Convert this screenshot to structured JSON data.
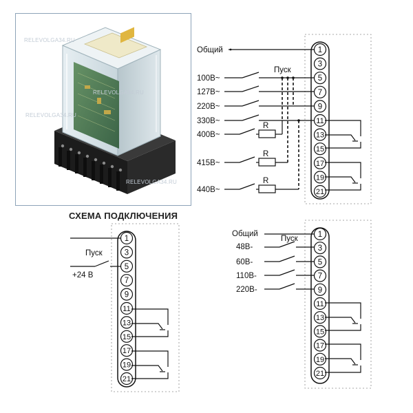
{
  "photo": {
    "watermark": "RELEVOLGA34.RU"
  },
  "scheme_title": "СХЕМА ПОДКЛЮЧЕНИЯ",
  "diagrams": {
    "ac": {
      "pins": [
        "1",
        "3",
        "5",
        "7",
        "9",
        "11",
        "13",
        "15",
        "17",
        "19",
        "21"
      ],
      "common_label": "Общий",
      "start_label": "Пуск",
      "inputs": [
        "100В~",
        "127В~",
        "220В~",
        "330В~",
        "400В~",
        "415В~",
        "440В~"
      ],
      "resistor_label": "R"
    },
    "dc24": {
      "pins": [
        "1",
        "3",
        "5",
        "7",
        "9",
        "11",
        "13",
        "15",
        "17",
        "19",
        "21"
      ],
      "start_label": "Пуск",
      "voltage_label": "+24 В"
    },
    "dc": {
      "pins": [
        "1",
        "3",
        "5",
        "7",
        "9",
        "11",
        "13",
        "15",
        "17",
        "19",
        "21"
      ],
      "common_label": "Общий",
      "start_label": "Пуск",
      "inputs": [
        "48В-",
        "60В-",
        "110В-",
        "220В-"
      ]
    }
  }
}
